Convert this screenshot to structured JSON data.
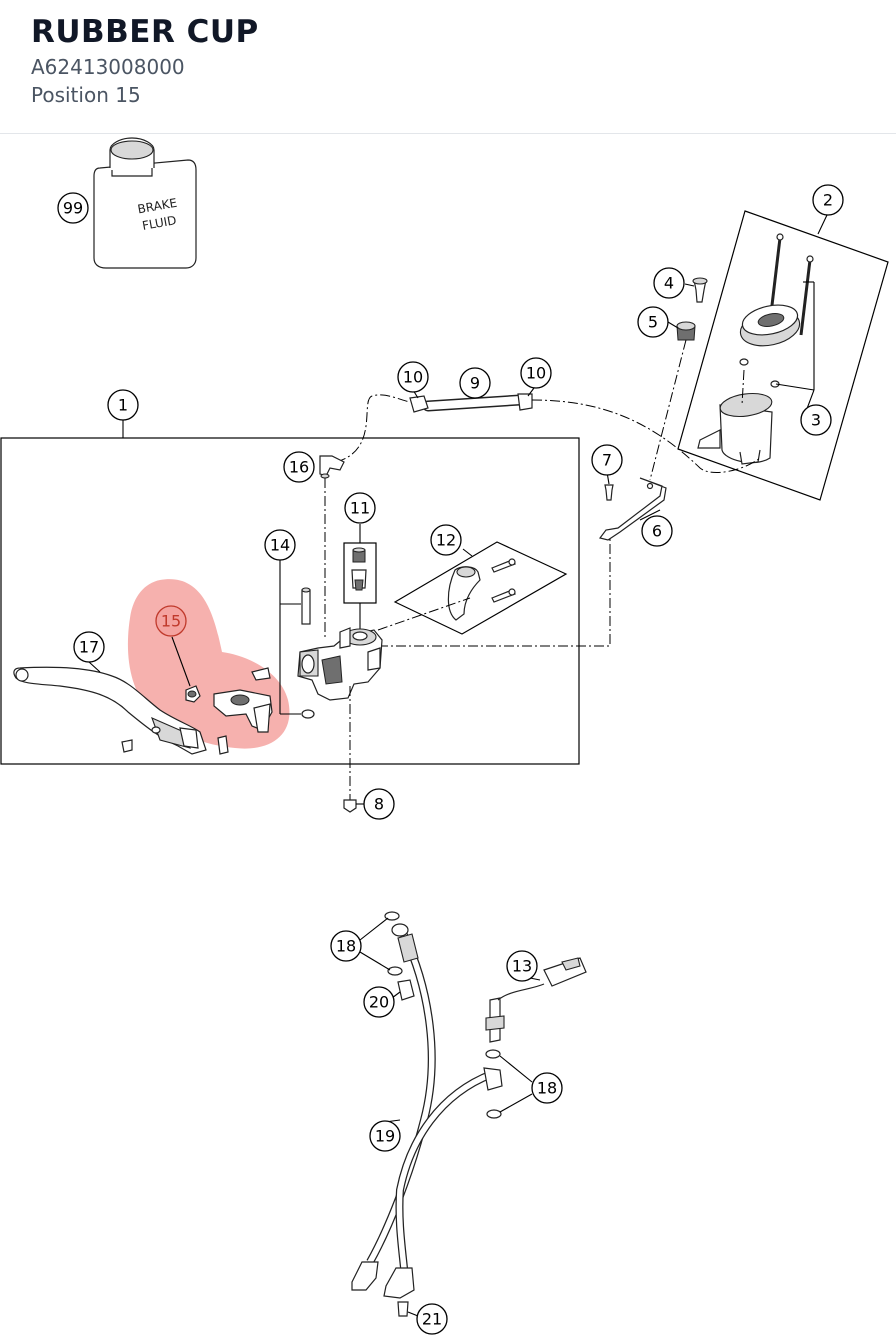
{
  "header": {
    "title": "RUBBER CUP",
    "part_number": "A62413008000",
    "position": "Position 15"
  },
  "bottle": {
    "label_line1": "BRAKE",
    "label_line2": "FLUID"
  },
  "highlight_color": "#f4a3a0",
  "callouts": [
    "1",
    "2",
    "3",
    "4",
    "5",
    "6",
    "7",
    "8",
    "9",
    "10",
    "10",
    "11",
    "12",
    "13",
    "14",
    "15",
    "16",
    "17",
    "18",
    "18",
    "19",
    "20",
    "21",
    "99"
  ],
  "selected_callout": "15"
}
